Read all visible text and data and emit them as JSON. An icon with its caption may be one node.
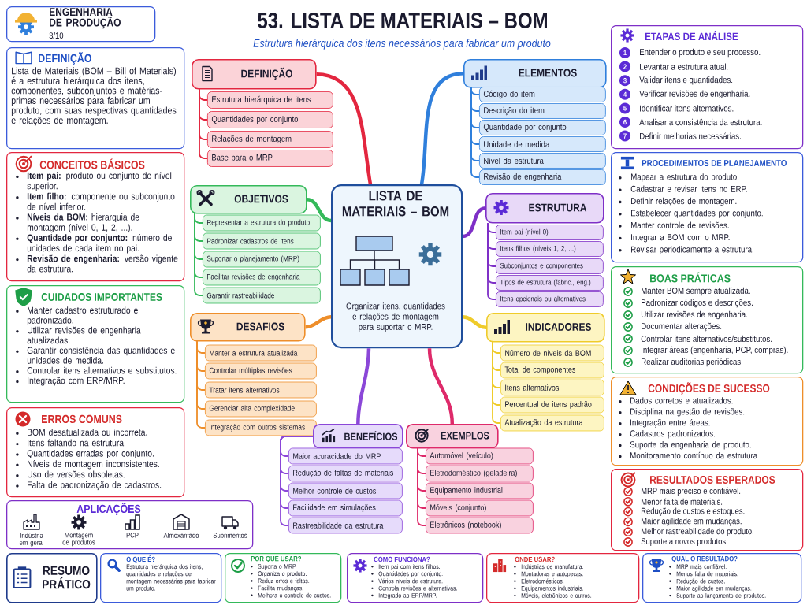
{
  "diagram": {
    "title": "53. LISTA DE MATERIAIS – BOM",
    "nodes": [
      {
        "text": [
          "ENGENHARIA DE PRODUÇÃO",
          "3/10"
        ]
      },
      {
        "text": [
          "DEFINIÇÃO",
          "Lista de Materiais (BOM – Bill of Materials) é a estrutura hierárquica dos itens, componentes, subconjuntos e matérias-primas necessários para fabricar um produto, com suas respectivas quantidades e relações de montagem."
        ]
      },
      {
        "text": [
          "CONCEITOS BÁSICOS",
          "**Item pai:** produto ou conjunto de nível superior.",
          "**Item filho:** componente ou subconjunto de nível inferior.",
          "**Níveis da BOM:** hierarquia de montagem (nível 0, 1, 2, ...).",
          "**Quantidade por conjunto:** número de unidades de cada item no pai.",
          "**Revisão de engenharia:** versão vigente da estrutura."
        ]
      },
      {
        "text": [
          "CUIDADOS IMPORTANTES",
          "Manter cadastro estruturado e padronizado.",
          "Utilizar revisões de engenharia atualizadas.",
          "Garantir consistência das quantidades e unidades de medida.",
          "Controlar itens alternativos e substitutos.",
          "Integração com ERP/MRP."
        ]
      },
      {
        "text": [
          "ERROS COMUNS",
          "BOM desatualizada ou incorreta.",
          "Itens faltando na estrutura.",
          "Quantidades erradas por conjunto.",
          "Níveis de montagem inconsistentes.",
          "Uso de versões obsoletas.",
          "Falta de padronização de cadastros."
        ]
      },
      {
        "text": [
          "APLICAÇÕES",
          "Indústria em geral",
          "Montagem de produtos",
          "PCP",
          "Almoxarifado",
          "Suprimentos"
        ]
      },
      {
        "text": [
          "LISTA DE MATERIAIS – BOM",
          "Organizar itens, quantidades e relações de montagem para suportar o MRP."
        ]
      },
      {
        "text": [
          "DEFINIÇÃO"
        ]
      },
      {
        "text": [
          "Estrutura hierárquica de itens"
        ]
      },
      {
        "text": [
          "Quantidades por conjunto"
        ]
      },
      {
        "text": [
          "Relações de montagem"
        ]
      },
      {
        "text": [
          "Base para o MRP"
        ]
      },
      {
        "text": [
          "ELEMENTOS"
        ]
      },
      {
        "text": [
          "Código do item"
        ]
      },
      {
        "text": [
          "Descrição do item"
        ]
      },
      {
        "text": [
          "Quantidade por conjunto"
        ]
      },
      {
        "text": [
          "Unidade de medida"
        ]
      },
      {
        "text": [
          "Nível da estrutura"
        ]
      },
      {
        "text": [
          "Revisão de engenharia"
        ]
      },
      {
        "text": [
          "OBJETIVOS"
        ]
      },
      {
        "text": [
          "Representar a estrutura do produto"
        ]
      },
      {
        "text": [
          "Padronizar cadastros de itens"
        ]
      },
      {
        "text": [
          "Suportar o planejamento (MRP)"
        ]
      },
      {
        "text": [
          "Facilitar revisões de engenharia"
        ]
      },
      {
        "text": [
          "Garantir rastreabilidade"
        ]
      },
      {
        "text": [
          "ESTRUTURA"
        ]
      },
      {
        "text": [
          "Item pai (nível 0)"
        ]
      },
      {
        "text": [
          "Itens filhos (níveis 1, 2, ...)"
        ]
      },
      {
        "text": [
          "Subconjuntos e componentes"
        ]
      },
      {
        "text": [
          "Tipos de estrutura (fabric., eng.)"
        ]
      },
      {
        "text": [
          "Itens opcionais ou alternativos"
        ]
      },
      {
        "text": [
          "DESAFIOS"
        ]
      },
      {
        "text": [
          "Manter a estrutura atualizada"
        ]
      },
      {
        "text": [
          "Controlar múltiplas revisões"
        ]
      },
      {
        "text": [
          "Tratar itens alternativos"
        ]
      },
      {
        "text": [
          "Gerenciar alta complexidade"
        ]
      },
      {
        "text": [
          "Integração com outros sistemas"
        ]
      },
      {
        "text": [
          "INDICADORES"
        ]
      },
      {
        "text": [
          "Número de níveis da BOM"
        ]
      },
      {
        "text": [
          "Total de componentes"
        ]
      },
      {
        "text": [
          "Itens alternativos"
        ]
      },
      {
        "text": [
          "Percentual de itens padrão"
        ]
      },
      {
        "text": [
          "Atualização da estrutura"
        ]
      },
      {
        "text": [
          "BENEFÍCIOS"
        ]
      },
      {
        "text": [
          "Maior acuracidade do MRP"
        ]
      },
      {
        "text": [
          "Redução de faltas de materiais"
        ]
      },
      {
        "text": [
          "Melhor controle de custos"
        ]
      },
      {
        "text": [
          "Facilidade em simulações"
        ]
      },
      {
        "text": [
          "Rastreabilidade da estrutura"
        ]
      },
      {
        "text": [
          "EXEMPLOS"
        ]
      },
      {
        "text": [
          "Automóvel (veículo)"
        ]
      },
      {
        "text": [
          "Eletrodoméstico (geladeira)"
        ]
      },
      {
        "text": [
          "Equipamento industrial"
        ]
      },
      {
        "text": [
          "Móveis (conjunto)"
        ]
      },
      {
        "text": [
          "Eletrônicos (notebook)"
        ]
      },
      {
        "text": [
          "ETAPAS DE ANÁLISE",
          "1",
          "Entender o produto e seu processo.",
          "2",
          "Levantar a estrutura atual.",
          "3",
          "Validar itens e quantidades.",
          "4",
          "Verificar revisões de engenharia.",
          "5",
          "Identificar itens alternativos.",
          "6",
          "Analisar a consistência da estrutura.",
          "7",
          "Definir melhorias necessárias."
        ]
      },
      {
        "text": [
          "PROCEDIMENTOS DE PLANEJAMENTO",
          "Mapear a estrutura do produto.",
          "Cadastrar e revisar itens no ERP.",
          "Definir relações de montagem.",
          "Estabelecer quantidades por conjunto.",
          "Manter controle de revisões.",
          "Integrar a BOM com o MRP.",
          "Revisar periodicamente a estrutura."
        ]
      },
      {
        "text": [
          "BOAS PRÁTICAS",
          "Manter BOM sempre atualizada.",
          "Padronizar códigos e descrições.",
          "Utilizar revisões de engenharia.",
          "Documentar alterações.",
          "Controlar itens alternativos/substitutos.",
          "Integrar áreas (engenharia, PCP, compras).",
          "Realizar auditorias periódicas."
        ]
      },
      {
        "text": [
          "CONDIÇÕES DE SUCESSO",
          "Dados corretos e atualizados.",
          "Disciplina na gestão de revisões.",
          "Integração entre áreas.",
          "Cadastros padronizados.",
          "Suporte da engenharia de produto.",
          "Monitoramento contínuo da estrutura."
        ]
      },
      {
        "text": [
          "RESULTADOS ESPERADOS",
          "MRP mais preciso e confiável.",
          "Menor falta de materiais.",
          "Redução de custos e estoques.",
          "Maior agilidade em mudanças.",
          "Melhor rastreabilidade do produto.",
          "Suporte a novos produtos."
        ]
      },
      {
        "text": [
          "RESUMO PRÁTICO"
        ]
      },
      {
        "text": [
          "O QUE É?",
          "Estrutura hierárquica dos itens, quantidades e relações de montagem necessárias para fabricar um produto."
        ]
      },
      {
        "text": [
          "POR QUE USAR?",
          "Suporta o MRP.",
          "Organiza o produto.",
          "Reduz erros e faltas.",
          "Facilita mudanças.",
          "Melhora o controle de custos."
        ]
      },
      {
        "text": [
          "COMO FUNCIONA?",
          "Item pai com itens filhos.",
          "Quantidades por conjunto.",
          "Vários níveis de estrutura.",
          "Controla revisões e alternativas.",
          "Integrado ao ERP/MRP."
        ]
      },
      {
        "text": [
          "ONDE USAR?",
          "Indústrias de manufatura.",
          "Montadoras e autopeças.",
          "Eletrodomésticos.",
          "Equipamentos industriais.",
          "Móveis, eletrônicos e outros."
        ]
      },
      {
        "text": [
          "QUAL O RESULTADO?",
          "MRP mais confiável.",
          "Menos falta de materiais.",
          "Redução de custos.",
          "Maior agilidade em mudanças.",
          "Suporte ao lançamento de produtos."
        ]
      }
    ],
    "edges": [
      {
        "from": 6,
        "to": 7,
        "arrow": "none",
        "style": "thick",
        "color": "#e3263f"
      },
      {
        "from": 6,
        "to": 12,
        "arrow": "none",
        "style": "thick",
        "color": "#2f7fdc"
      },
      {
        "from": 6,
        "to": 19,
        "arrow": "none",
        "style": "thick",
        "color": "#34b95a"
      },
      {
        "from": 6,
        "to": 25,
        "arrow": "none",
        "style": "thick",
        "color": "#7e2fc7"
      },
      {
        "from": 6,
        "to": 31,
        "arrow": "none",
        "style": "thick",
        "color": "#ee8e2a"
      },
      {
        "from": 6,
        "to": 37,
        "arrow": "none",
        "style": "thick",
        "color": "#efcb2a"
      },
      {
        "from": 6,
        "to": 43,
        "arrow": "none",
        "style": "thick",
        "color": "#8b47d8"
      },
      {
        "from": 6,
        "to": 49,
        "arrow": "none",
        "style": "thick",
        "color": "#de2a6a"
      },
      {
        "from": 7,
        "to": 8,
        "arrow": "none",
        "color": "#e3263f"
      },
      {
        "from": 7,
        "to": 9,
        "arrow": "none",
        "color": "#e3263f"
      },
      {
        "from": 7,
        "to": 10,
        "arrow": "none",
        "color": "#e3263f"
      },
      {
        "from": 7,
        "to": 11,
        "arrow": "none",
        "color": "#e3263f"
      },
      {
        "from": 12,
        "to": 13,
        "arrow": "none",
        "color": "#2f7fdc"
      },
      {
        "from": 12,
        "to": 14,
        "arrow": "none",
        "color": "#2f7fdc"
      },
      {
        "from": 12,
        "to": 15,
        "arrow": "none",
        "color": "#2f7fdc"
      },
      {
        "from": 12,
        "to": 16,
        "arrow": "none",
        "color": "#2f7fdc"
      },
      {
        "from": 12,
        "to": 17,
        "arrow": "none",
        "color": "#2f7fdc"
      },
      {
        "from": 12,
        "to": 18,
        "arrow": "none",
        "color": "#2f7fdc"
      },
      {
        "from": 19,
        "to": 20,
        "arrow": "none",
        "color": "#34b95a"
      },
      {
        "from": 19,
        "to": 21,
        "arrow": "none",
        "color": "#34b95a"
      },
      {
        "from": 19,
        "to": 22,
        "arrow": "none",
        "color": "#34b95a"
      },
      {
        "from": 19,
        "to": 23,
        "arrow": "none",
        "color": "#34b95a"
      },
      {
        "from": 19,
        "to": 24,
        "arrow": "none",
        "color": "#34b95a"
      },
      {
        "from": 25,
        "to": 26,
        "arrow": "none",
        "color": "#7e2fc7"
      },
      {
        "from": 25,
        "to": 27,
        "arrow": "none",
        "color": "#7e2fc7"
      },
      {
        "from": 25,
        "to": 28,
        "arrow": "none",
        "color": "#7e2fc7"
      },
      {
        "from": 25,
        "to": 29,
        "arrow": "none",
        "color": "#7e2fc7"
      },
      {
        "from": 25,
        "to": 30,
        "arrow": "none",
        "color": "#7e2fc7"
      },
      {
        "from": 31,
        "to": 32,
        "arrow": "none",
        "color": "#ee8e2a"
      },
      {
        "from": 31,
        "to": 33,
        "arrow": "none",
        "color": "#ee8e2a"
      },
      {
        "from": 31,
        "to": 34,
        "arrow": "none",
        "color": "#ee8e2a"
      },
      {
        "from": 31,
        "to": 35,
        "arrow": "none",
        "color": "#ee8e2a"
      },
      {
        "from": 31,
        "to": 36,
        "arrow": "none",
        "color": "#ee8e2a"
      },
      {
        "from": 37,
        "to": 38,
        "arrow": "none",
        "color": "#efcb2a"
      },
      {
        "from": 37,
        "to": 39,
        "arrow": "none",
        "color": "#efcb2a"
      },
      {
        "from": 37,
        "to": 40,
        "arrow": "none",
        "color": "#efcb2a"
      },
      {
        "from": 37,
        "to": 41,
        "arrow": "none",
        "color": "#efcb2a"
      },
      {
        "from": 37,
        "to": 42,
        "arrow": "none",
        "color": "#efcb2a"
      },
      {
        "from": 43,
        "to": 44,
        "arrow": "none",
        "color": "#8b47d8"
      },
      {
        "from": 43,
        "to": 45,
        "arrow": "none",
        "color": "#8b47d8"
      },
      {
        "from": 43,
        "to": 46,
        "arrow": "none",
        "color": "#8b47d8"
      },
      {
        "from": 43,
        "to": 47,
        "arrow": "none",
        "color": "#8b47d8"
      },
      {
        "from": 43,
        "to": 48,
        "arrow": "none",
        "color": "#8b47d8"
      },
      {
        "from": 49,
        "to": 50,
        "arrow": "none",
        "color": "#de2a6a"
      },
      {
        "from": 49,
        "to": 51,
        "arrow": "none",
        "color": "#de2a6a"
      },
      {
        "from": 49,
        "to": 52,
        "arrow": "none",
        "color": "#de2a6a"
      },
      {
        "from": 49,
        "to": 53,
        "arrow": "none",
        "color": "#de2a6a"
      },
      {
        "from": 49,
        "to": 54,
        "arrow": "none",
        "color": "#de2a6a"
      }
    ],
    "labels": [
      "Estrutura hierárquica dos itens necessários para fabricar um produto"
    ]
  }
}
